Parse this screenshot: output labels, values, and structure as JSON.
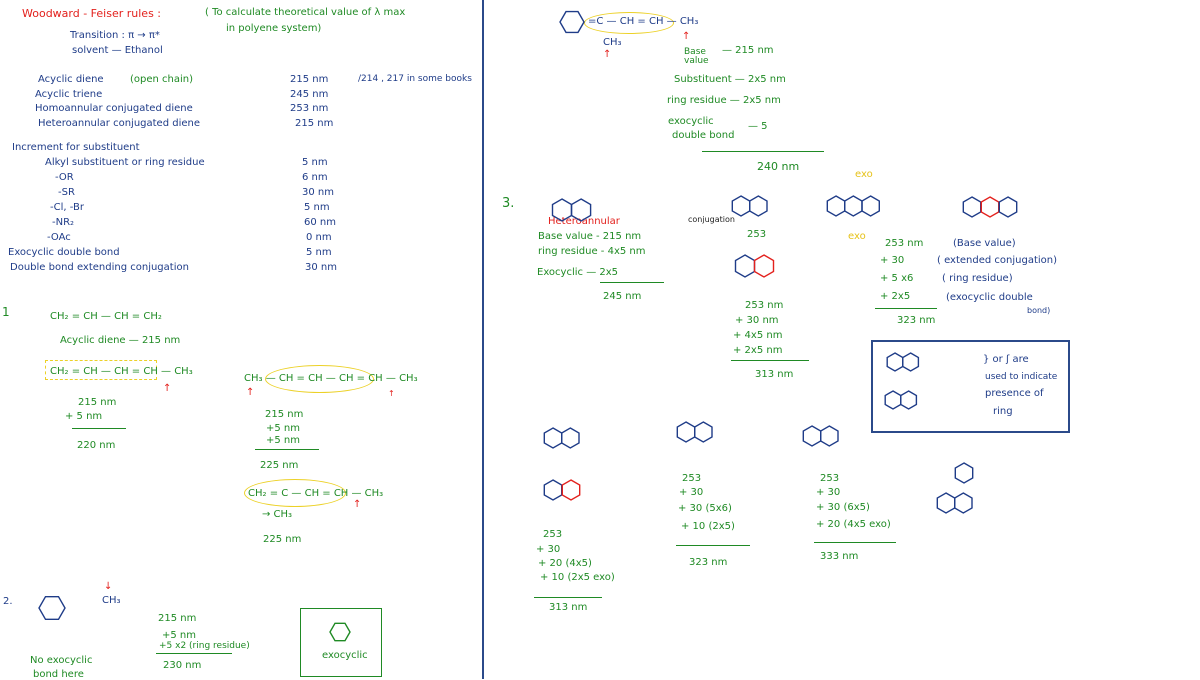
{
  "colors": {
    "ink": "#1f3c88",
    "green": "#1f8a24",
    "red": "#e3211d",
    "yellow": "#ecd127",
    "divider": "#2b4a8a"
  },
  "header": {
    "title": "Woodward - Feiser rules :",
    "note_line1": "( To calculate theoretical value of λ max",
    "note_line2": "in polyene system)",
    "transition": "Transition : π → π*",
    "solvent": "solvent — Ethanol"
  },
  "base_values": [
    {
      "label": "Acyclic diene",
      "extra": "(open chain)",
      "value": "215 nm",
      "note": "/214 , 217 in some books"
    },
    {
      "label": "Acyclic triene",
      "value": "245 nm"
    },
    {
      "label": "Homoannular conjugated diene",
      "value": "253 nm"
    },
    {
      "label": "Heteroannular conjugated diene",
      "value": "215 nm"
    }
  ],
  "increments": {
    "heading": "Increment for substituent",
    "items": [
      {
        "label": "Alkyl substituent or ring residue",
        "value": "5 nm"
      },
      {
        "label": "-OR",
        "value": "6 nm"
      },
      {
        "label": "-SR",
        "value": "30 nm"
      },
      {
        "label": "-Cl, -Br",
        "value": "5 nm"
      },
      {
        "label": "-NR₂",
        "value": "60 nm"
      },
      {
        "label": "-OAc",
        "value": "0 nm"
      },
      {
        "label": "Exocyclic double bond",
        "value": "5 nm"
      },
      {
        "label": "Double bond extending conjugation",
        "value": "30 nm"
      }
    ]
  },
  "ex1": {
    "num": "1",
    "formula": "CH₂ = CH — CH = CH₂",
    "acyclic": "Acyclic diene — 215 nm",
    "f2": "CH₂ = CH — CH = CH — CH₃",
    "a1": "215 nm",
    "a2": "+ 5 nm",
    "a3": "220 nm",
    "f3": "CH₃ — CH = CH — CH = CH — CH₃",
    "b1": "215 nm",
    "b2": "+5 nm",
    "b3": "+5 nm",
    "b4": "225 nm",
    "f4": "CH₂ = C — CH = CH — CH₃",
    "f4sub": "→ CH₃",
    "c1": "225 nm"
  },
  "ex2": {
    "num": "2.",
    "ch3": "CH₃",
    "l1": "215 nm",
    "l2": "+5 nm",
    "l3": "+5 x2 (ring residue)",
    "l4": "230 nm",
    "no_exo_1": "No exocyclic",
    "no_exo_2": "bond here",
    "exocyclic_label": "exocyclic"
  },
  "top_right": {
    "formula": "=C — CH = CH — CH₃",
    "ch3": "CH₃",
    "base_label": "Base value",
    "base_val": "— 215 nm",
    "subst": "Substituent — 2x5 nm",
    "ring": "ring residue — 2x5 nm",
    "exo1": "exocyclic",
    "exo2": "double bond",
    "exo_val": "— 5",
    "total": "240 nm"
  },
  "ex3": {
    "num": "3.",
    "hetero": "Heteroannular",
    "h1": "Base value - 215 nm",
    "h2": "ring residue - 4x5 nm",
    "h3": "Exocyclic — 2x5",
    "h4": "245 nm",
    "conj": "conjugation",
    "c253": "253",
    "m1": "253 nm",
    "m2": "+ 30 nm",
    "m3": "+ 4x5 nm",
    "m4": "+ 2x5 nm",
    "m5": "313 nm",
    "exo": "exo",
    "r1": "253 nm",
    "r1n": "(Base value)",
    "r2": "+ 30",
    "r2n": "( extended conjugation)",
    "r3": "+ 5 x6",
    "r3n": "( ring residue)",
    "r4": "+ 2x5",
    "r4n": "(exocyclic double",
    "r4n2": "bond)",
    "r5": "323 nm",
    "legend": [
      "} or ʃ are",
      "used to indicate",
      "presence of",
      "ring"
    ],
    "p1": [
      "253",
      "+ 30",
      "+ 20 (4x5)",
      "+ 10 (2x5 exo)",
      "313 nm"
    ],
    "p2": [
      "253",
      "+ 30",
      "+ 30 (5x6)",
      "+ 10 (2x5)",
      "323 nm"
    ],
    "p3": [
      "253",
      "+ 30",
      "+ 30 (6x5)",
      "+ 20 (4x5 exo)",
      "333 nm"
    ]
  }
}
